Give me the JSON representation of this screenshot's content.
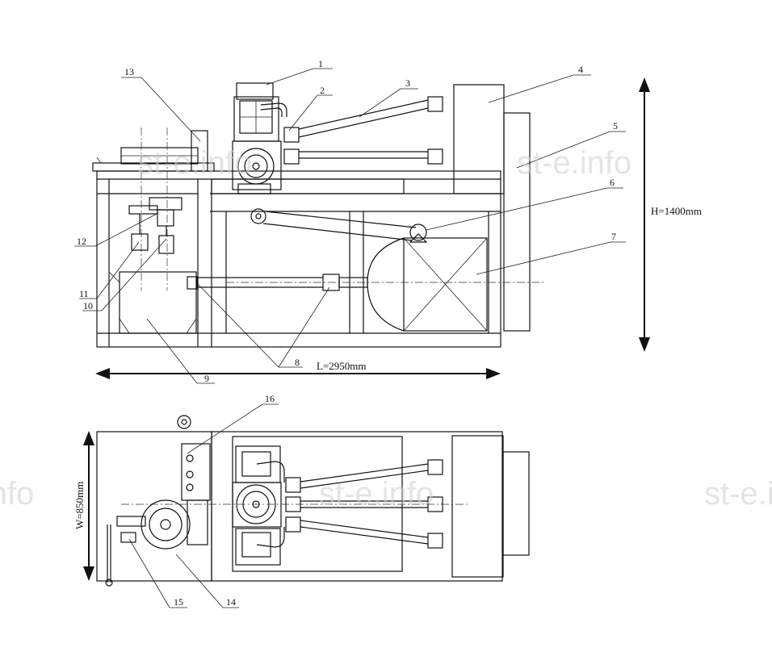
{
  "dimensions": {
    "height": "H=1400mm",
    "length": "L=2950mm",
    "width": "W=850mm"
  },
  "part_labels": [
    "1",
    "2",
    "3",
    "4",
    "5",
    "6",
    "7",
    "8",
    "9",
    "10",
    "11",
    "12",
    "13",
    "14",
    "15",
    "16"
  ],
  "watermarks": [
    "st-e.info",
    "st-e.info",
    "st-e.info",
    "st-e.info",
    "st-e.info"
  ]
}
